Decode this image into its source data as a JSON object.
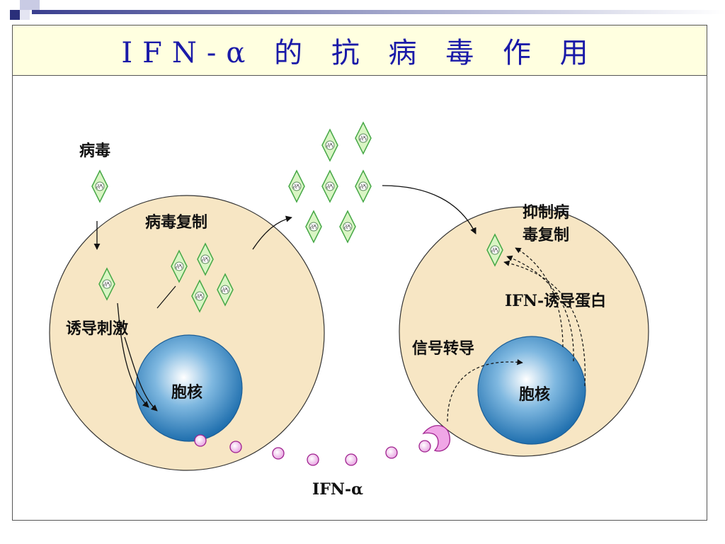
{
  "title": "IFN-α  的 抗 病 毒 作 用",
  "labels": {
    "virus": "病毒",
    "virus_replication": "病毒复制",
    "induce_stimulate": "诱导刺激",
    "nucleus_left": "胞核",
    "nucleus_right": "胞核",
    "inhibit_line1": "抑制病",
    "inhibit_line2": "毒复制",
    "ifn_protein": "IFN-诱导蛋白",
    "signal_transduction": "信号转导",
    "ifn_alpha": "IFN-α"
  },
  "colors": {
    "title_text": "#1a1aa8",
    "title_bg": "#ffffe0",
    "cell_fill": "#f7e6c4",
    "nucleus": "#2f86c4",
    "virus_fill": "#d9f5c4",
    "virus_stroke": "#46a846",
    "ifn_fill": "#f4c4ee",
    "ifn_stroke": "#a0228f"
  }
}
